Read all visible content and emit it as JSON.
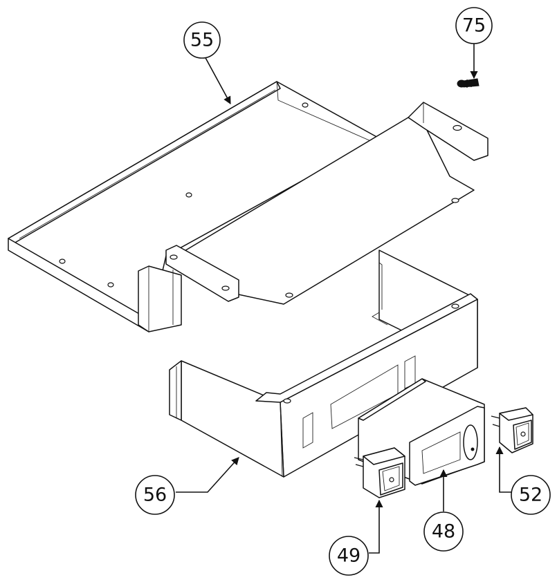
{
  "callouts": {
    "c55": "55",
    "c75": "75",
    "c56": "56",
    "c52": "52",
    "c49": "49",
    "c48": "48"
  },
  "colors": {
    "line": "#111111",
    "background": "#ffffff"
  }
}
